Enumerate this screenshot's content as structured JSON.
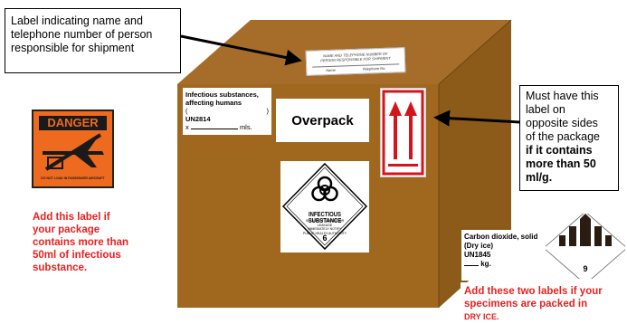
{
  "callouts": {
    "top_left": "Label indicating name and telephone number of person responsible for shipment",
    "right_lines": [
      "Must have this",
      "label on",
      "opposite sides",
      "of the package"
    ],
    "right_bold_lines": [
      "if it contains",
      "more than 50",
      "ml/g."
    ]
  },
  "shipper_label": {
    "line1": "NAME AND TELEPHONE NUMBER OF",
    "line2": "PERSON RESPONSIBLE FOR SHIPMENT",
    "name": "Name",
    "phone": "Telephone No."
  },
  "infectious_label": {
    "line1": "Infectious substances,",
    "line2": "affecting humans",
    "paren_open": "(",
    "paren_close": ")",
    "un": "UN2814",
    "qty_prefix": "x",
    "qty_unit": "mls."
  },
  "overpack": "Overpack",
  "biohazard": {
    "title": "INFECTIOUS SUBSTANCE",
    "small1": "IN CASE OF DAMAGE OR LEAKAGE",
    "small2": "IMMEDIATELY NOTIFY",
    "small3": "PUBLIC HEALTH AUTHORITY",
    "class": "6"
  },
  "danger_label": {
    "title": "DANGER",
    "footer": "DO NOT LOAD IN PASSENGER AIRCRAFT"
  },
  "left_note": [
    "Add this label if",
    "your package",
    "contains more than",
    "50ml of infectious",
    "substance."
  ],
  "dry_ice_label": {
    "line1": "Carbon dioxide, solid",
    "line2": "(Dry ice)",
    "un": "UN1845",
    "qty_unit": "kg."
  },
  "class9": "9",
  "bottom_note": {
    "line1": "Add these two labels if your",
    "line2": "specimens are packed in",
    "line3": "DRY ICE."
  }
}
